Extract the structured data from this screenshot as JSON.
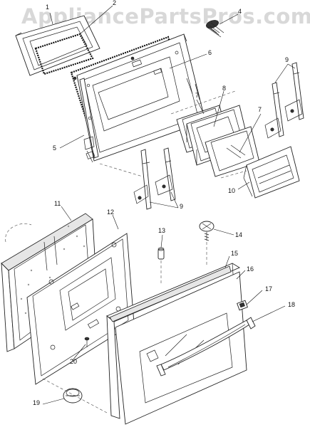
{
  "watermark": "AppliancePartsPros.com",
  "callouts": {
    "c1": "1",
    "c2": "2",
    "c4": "4",
    "c5": "5",
    "c6": "6",
    "c7a": "7",
    "c7b": "7",
    "c8": "8",
    "c9a": "9",
    "c9b": "9",
    "c10": "10",
    "c11": "11",
    "c12": "12",
    "c13": "13",
    "c14": "14",
    "c15": "15",
    "c16": "16",
    "c17": "17",
    "c18": "18",
    "c19": "19",
    "c20": "20"
  }
}
